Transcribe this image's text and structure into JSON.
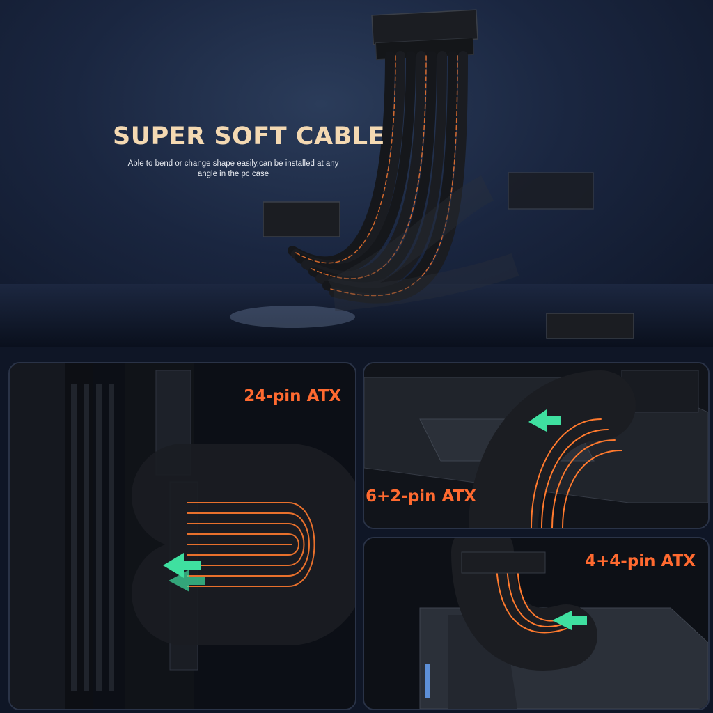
{
  "hero": {
    "title": "SUPER SOFT CABLE",
    "subtitle_line1": "Able to bend or change shape easily,can be installed at any",
    "subtitle_line2": "angle in the pc case"
  },
  "panels": {
    "atx24": {
      "label": "24-pin ATX"
    },
    "pcie": {
      "label": "6+2-pin ATX"
    },
    "eps": {
      "label": "4+4-pin ATX"
    }
  },
  "colors": {
    "accent_orange": "#ff6a30",
    "title_cream": "#f4d9b2",
    "cable_glow": "#ff7a2e",
    "arrow_green": "#3fe0a0",
    "background_navy": "#1a2640"
  },
  "icons": {
    "arrow": "green-insert-arrow-icon"
  }
}
